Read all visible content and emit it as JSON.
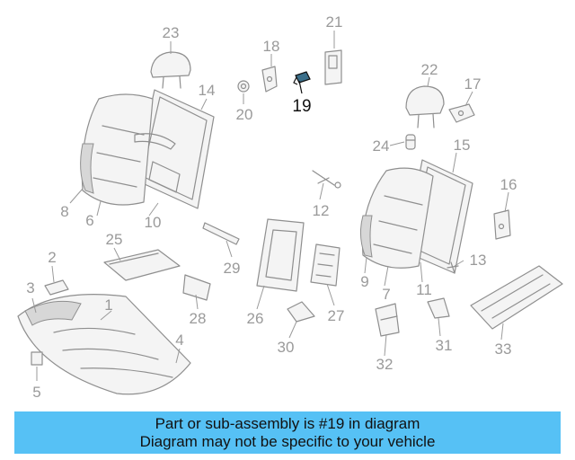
{
  "diagram": {
    "highlighted_part": "19",
    "highlight_color": "#111111",
    "part_color": "#9a9a9a",
    "callouts": [
      "1",
      "2",
      "3",
      "4",
      "5",
      "6",
      "7",
      "8",
      "9",
      "10",
      "11",
      "12",
      "13",
      "14",
      "15",
      "16",
      "17",
      "18",
      "19",
      "20",
      "21",
      "22",
      "23",
      "24",
      "25",
      "26",
      "27",
      "28",
      "29",
      "30",
      "31",
      "32",
      "33"
    ]
  },
  "banner": {
    "line1": "Part or sub-assembly is #19 in diagram",
    "line2": "Diagram may not be specific to your vehicle",
    "background": "#56c1f5"
  }
}
